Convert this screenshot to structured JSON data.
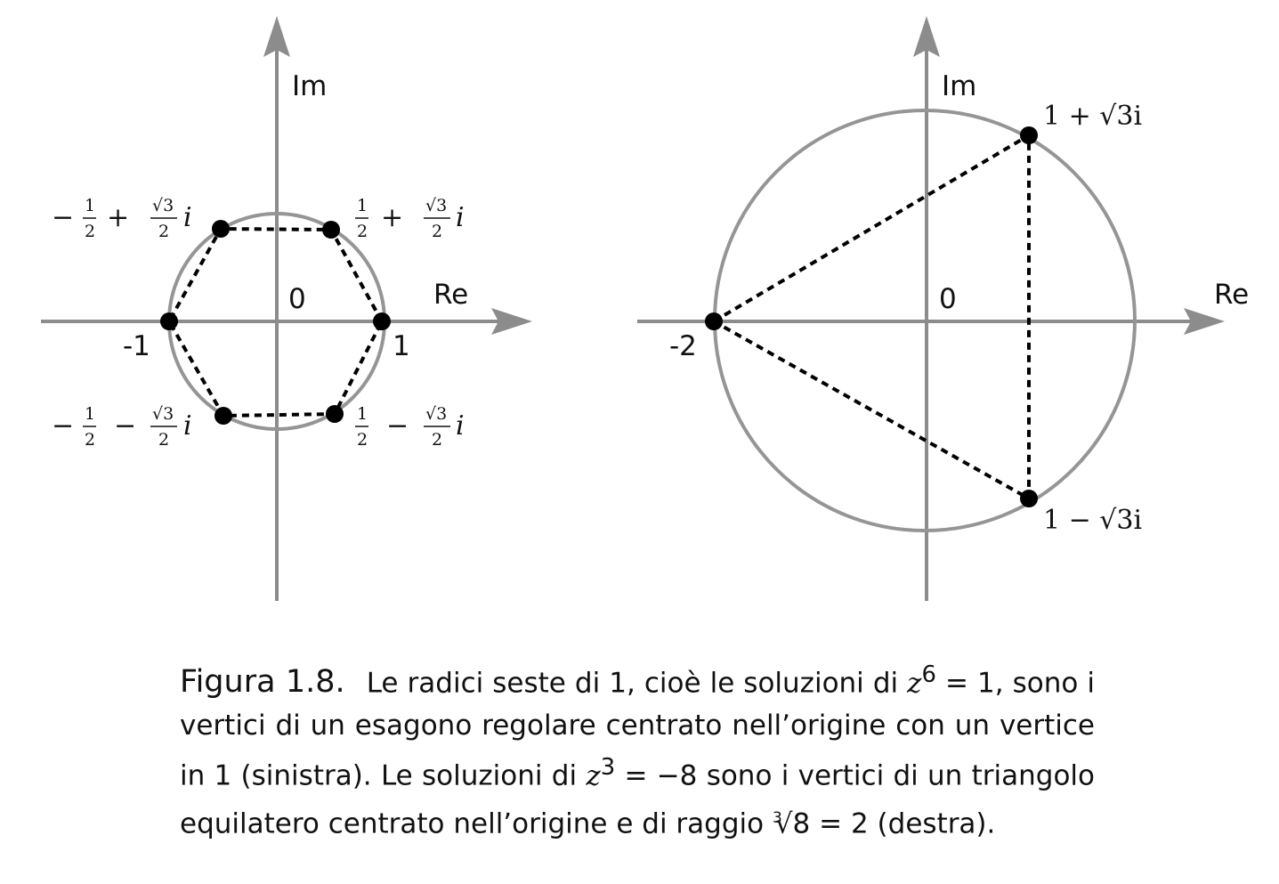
{
  "left_diagram": {
    "axis_x_label": "Re",
    "axis_y_label": "Im",
    "origin_label": "0",
    "tick_neg": "-1",
    "tick_pos": "1",
    "shape": "regular hexagon (dashed)",
    "vertices": [
      {
        "name": "1",
        "re": 1,
        "im": 0
      },
      {
        "name": "1/2 + √3/2 i",
        "re": 0.5,
        "im": 0.866
      },
      {
        "name": "-1/2 + √3/2 i",
        "re": -0.5,
        "im": 0.866
      },
      {
        "name": "-1",
        "re": -1,
        "im": 0
      },
      {
        "name": "-1/2 - √3/2 i",
        "re": -0.5,
        "im": -0.866
      },
      {
        "name": "1/2 - √3/2 i",
        "re": 0.5,
        "im": -0.866
      }
    ],
    "circle_radius": 1
  },
  "right_diagram": {
    "axis_x_label": "Re",
    "axis_y_label": "Im",
    "origin_label": "0",
    "tick_neg": "-2",
    "label_top": "1 + √3i",
    "label_bottom": "1 − √3i",
    "shape": "equilateral triangle (dashed)",
    "vertices": [
      {
        "name": "-2",
        "re": -2,
        "im": 0
      },
      {
        "name": "1 + √3i",
        "re": 1,
        "im": 1.732
      },
      {
        "name": "1 - √3i",
        "re": 1,
        "im": -1.732
      }
    ],
    "circle_radius": 2
  },
  "caption": {
    "number": "Figura 1.8.",
    "part1": "Le radici seste di 1, cioè le soluzioni di ",
    "eq1_var": "z",
    "eq1_exp": "6",
    "eq1_rest": " = 1,",
    "part2": " sono i vertici di un esagono regolare centrato nell’origine con un vertice in 1 (sinistra).  Le soluzioni di ",
    "eq2_var": "z",
    "eq2_exp": "3",
    "eq2_rest": " = −8",
    "part3": " sono i vertici di un triangolo equilatero centrato nell’origine e di raggio ",
    "root_index": "3",
    "root_body": "√8 = 2",
    "part4": " (destra)."
  },
  "colors": {
    "axis": "#8c8c8c",
    "circle": "#959595",
    "points": "#000000",
    "text": "#111111"
  }
}
